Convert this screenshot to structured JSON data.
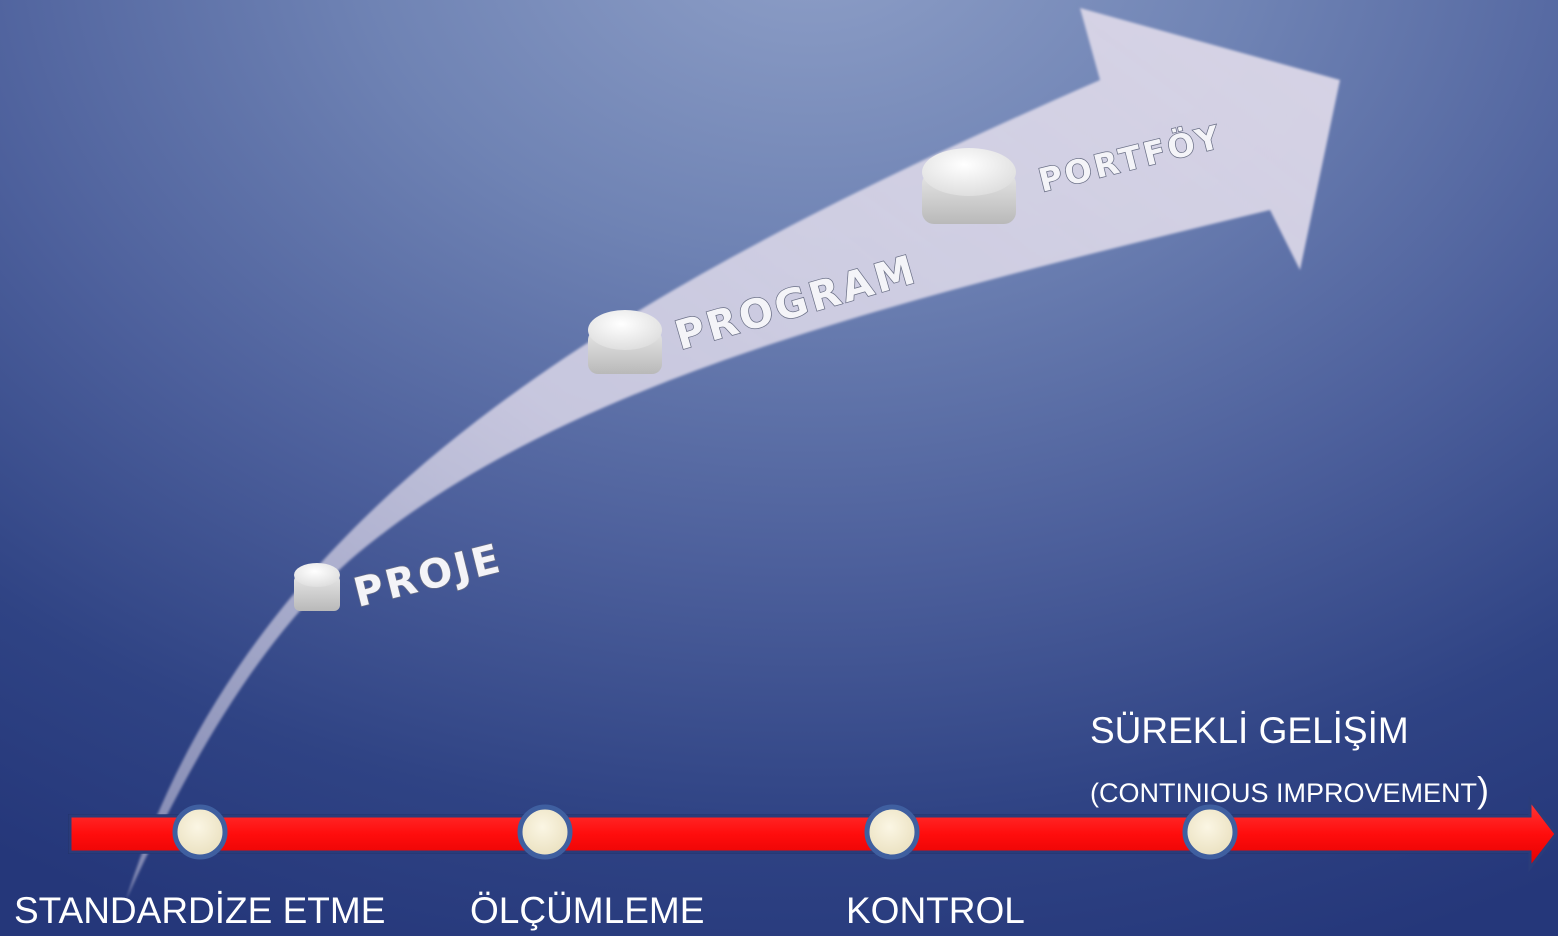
{
  "levels": [
    {
      "label": "PROJE"
    },
    {
      "label": "PROGRAM"
    },
    {
      "label": "PORTFÖY"
    }
  ],
  "timeline": {
    "stages": [
      {
        "label": "STANDARDİZE ETME"
      },
      {
        "label": "ÖLÇÜMLEME"
      },
      {
        "label": "KONTROL"
      },
      {
        "label": "SÜREKLİ GELİŞİM"
      }
    ],
    "sublabel": "(CONTINIOUS IMPROVEMENT",
    "sublabel_close": ")"
  },
  "colors": {
    "arrow": "#d8d4e6",
    "timeline_bar": "#ff1a1a",
    "node_fill": "#f1ead0",
    "node_ring": "#3f5fa0"
  }
}
